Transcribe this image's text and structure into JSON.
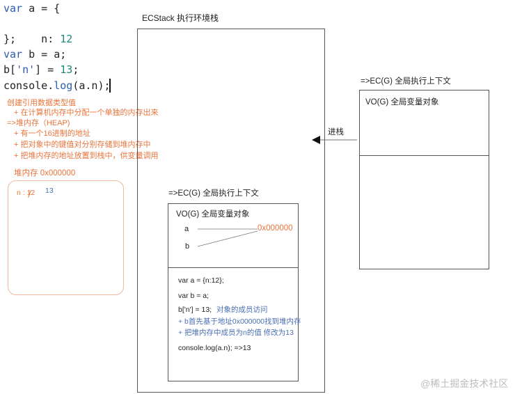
{
  "code": {
    "line1": {
      "kw": "var",
      "rest": " a = {"
    },
    "line2": {
      "key": "    n: ",
      "val": "12"
    },
    "line3": "};",
    "line4": {
      "kw": "var",
      "rest": " b = a;"
    },
    "line5": {
      "pre": "b[",
      "str": "'n'",
      "mid": "] = ",
      "val": "13",
      "post": ";"
    },
    "line6": {
      "pre": "console.",
      "fn": "log",
      "post": "(a.n);"
    }
  },
  "notes": {
    "n1": "创建引用数据类型值",
    "n2": "+ 在计算机内存中分配一个单独的内存出来",
    "n3": "=>堆内存（HEAP)",
    "n4": "+ 有一个16进制的地址",
    "n5": "+ 把对象中的键值对分别存储到堆内存中",
    "n6": "+ 把堆内存的地址放置到栈中，供变量调用"
  },
  "heap": {
    "label": "堆内存  0x000000",
    "prop": "n : 12",
    "newval": "13"
  },
  "ecstack": {
    "title": "ECStack 执行环境栈"
  },
  "ec_inner": {
    "title": "=>EC(G)  全局执行上下文",
    "vo": "VO(G) 全局变量对象",
    "var_a": "a",
    "var_b": "b",
    "address": "0x000000",
    "code1": "var  a = {n:12};",
    "code2": "var b = a;",
    "code3_pre": "b['n'] = 13;",
    "code3_note": "对象的成员访问",
    "code4": "+ b首先基于地址0x000000找到堆内存",
    "code5": "+ 把堆内存中成员为n的值 修改为13",
    "code6": "console.log(a.n);  =>13"
  },
  "ec_outer": {
    "title": "=>EC(G)  全局执行上下文",
    "vo": "VO(G) 全局变量对象",
    "push_label": "进栈"
  },
  "watermark": "@稀土掘金技术社区"
}
